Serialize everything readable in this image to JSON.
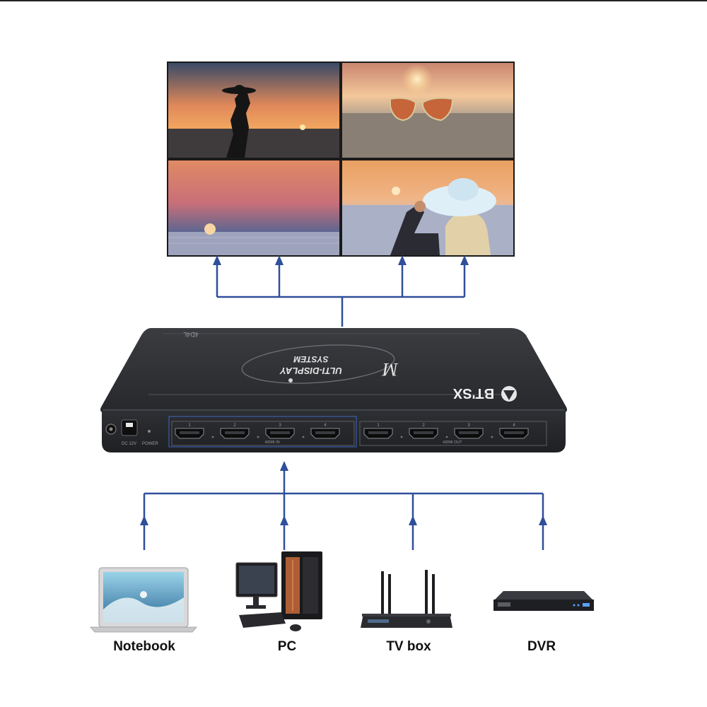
{
  "device": {
    "brand": "BT'SX",
    "model": "4D4L",
    "logo_line1": "ULTI-DISPLAY",
    "logo_line2": "SYSTEM",
    "logo_initial": "M",
    "power_label": "DC 12V",
    "power_led_label": "POWER",
    "input_group_label": "HDMI IN",
    "output_group_label": "HDMI OUT",
    "input_ports": [
      "1",
      "2",
      "3",
      "4"
    ],
    "output_ports": [
      "1",
      "2",
      "3",
      "4"
    ]
  },
  "screens": [
    {
      "scene": "woman-with-hat-silhouette-sunset"
    },
    {
      "scene": "sunglasses-on-beach-sunset"
    },
    {
      "scene": "sun-setting-over-sea"
    },
    {
      "scene": "woman-with-sun-hat-at-beach"
    }
  ],
  "sources": [
    {
      "label": "Notebook",
      "icon": "notebook-icon"
    },
    {
      "label": "PC",
      "icon": "pc-icon"
    },
    {
      "label": "TV box",
      "icon": "tv-box-icon"
    },
    {
      "label": "DVR",
      "icon": "dvr-icon"
    }
  ],
  "colors": {
    "connector": "#2f4f9a",
    "device_body": "#2b2d30"
  }
}
